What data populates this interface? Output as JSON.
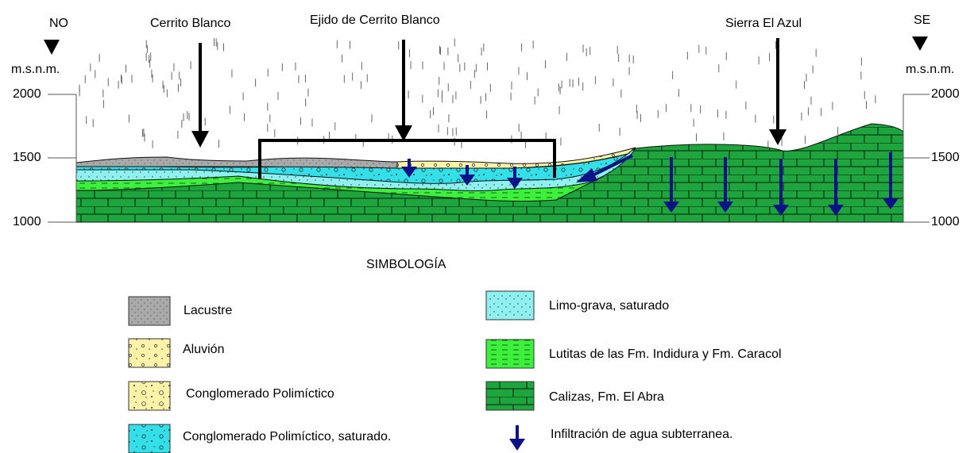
{
  "orientation": {
    "left": "NO",
    "right": "SE"
  },
  "units": {
    "left": "m.s.n.m.",
    "right": "m.s.n.m."
  },
  "elevation_ticks": [
    {
      "left": "2000",
      "right": "2000"
    },
    {
      "left": "1500",
      "right": "1500"
    },
    {
      "left": "1000",
      "right": "1000"
    }
  ],
  "places": {
    "cerrito_blanco": "Cerrito Blanco",
    "ejido": "Ejido de Cerrito Blanco",
    "sierra": "Sierra El Azul"
  },
  "legend": {
    "title": "SIMBOLOGÍA",
    "items": [
      {
        "key": "lacustre",
        "label": "Lacustre"
      },
      {
        "key": "aluvion",
        "label": "Aluvión"
      },
      {
        "key": "conglomerado",
        "label": "Conglomerado Polimíctico"
      },
      {
        "key": "conglomerado_sat",
        "label": "Conglomerado Polimíctico, saturado."
      },
      {
        "key": "limo",
        "label": "Limo-grava, saturado"
      },
      {
        "key": "lutitas",
        "label": "Lutitas de las Fm. Indidura y Fm. Caracol"
      },
      {
        "key": "calizas",
        "label": "Calizas, Fm. El Abra"
      },
      {
        "key": "infiltracion",
        "label": "Infiltración de agua subterranea."
      }
    ]
  },
  "colors": {
    "lacustre": "#a9a9a9",
    "aluvion": "#fdf3a8",
    "conglomerado": "#fdf3a8",
    "saturado": "#33e0ea",
    "limo": "#8ff0f0",
    "lutitas": "#3cf03c",
    "calizas": "#1fa53e",
    "infiltracion": "#0b1288",
    "black": "#000000"
  }
}
